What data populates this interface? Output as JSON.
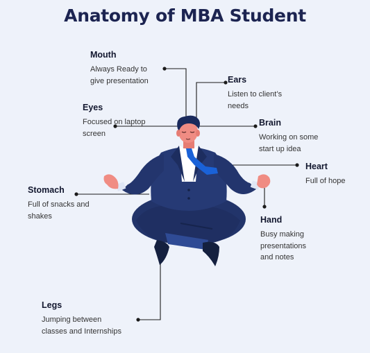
{
  "title": "Anatomy of MBA Student",
  "parts": {
    "mouth": {
      "name": "Mouth",
      "desc1": "Always Ready to",
      "desc2": "give presentation"
    },
    "ears": {
      "name": "Ears",
      "desc1": "Listen to client’s",
      "desc2": "needs"
    },
    "eyes": {
      "name": "Eyes",
      "desc1": "Focused on laptop",
      "desc2": "screen"
    },
    "brain": {
      "name": "Brain",
      "desc1": "Working on some",
      "desc2": "start up idea"
    },
    "heart": {
      "name": "Heart",
      "desc1": "Full of hope",
      "desc2": ""
    },
    "stomach": {
      "name": "Stomach",
      "desc1": "Full of snacks and",
      "desc2": "shakes"
    },
    "hand": {
      "name": "Hand",
      "desc1": "Busy making",
      "desc2": "presentations",
      "desc3": "and notes"
    },
    "legs": {
      "name": "Legs",
      "desc1": "Jumping between",
      "desc2": "classes  and  Internships"
    }
  },
  "colors": {
    "background": "#eef2fa",
    "title": "#1c2451",
    "suit": "#263a75",
    "tie": "#1a62d8",
    "skin": "#f08c83",
    "line": "#1b1b1b"
  }
}
